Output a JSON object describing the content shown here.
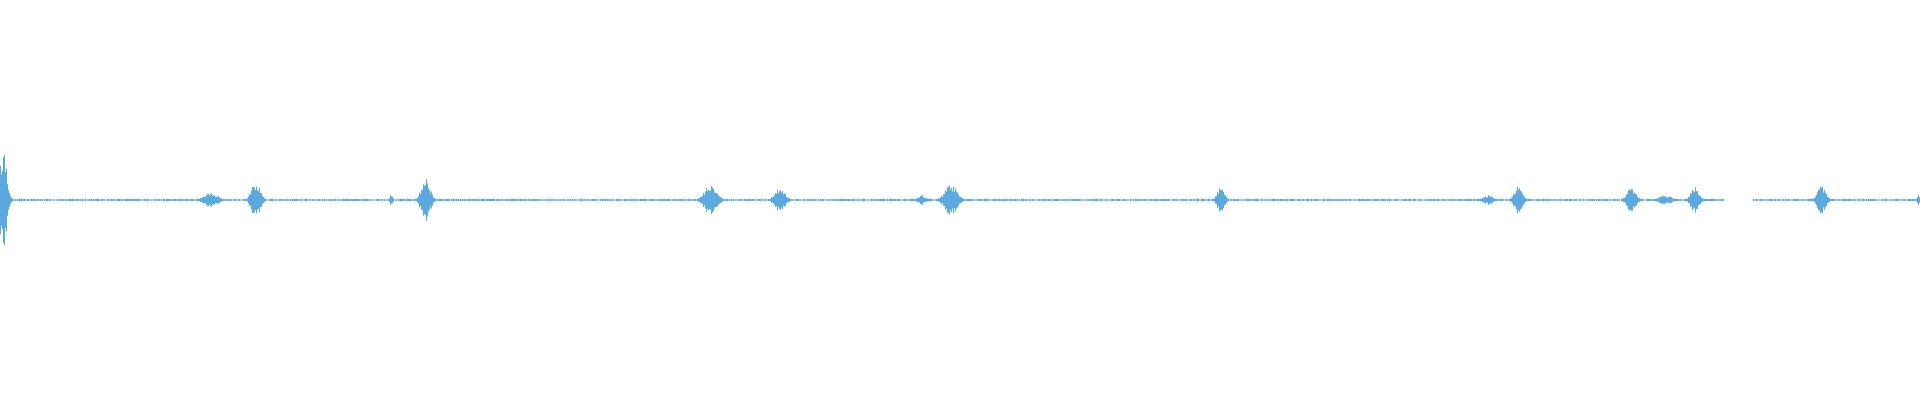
{
  "waveform": {
    "color": "#5aa9e0",
    "background": "#ffffff",
    "duration_fraction_bins": 1920,
    "silent_gaps": [
      {
        "start": 0.898,
        "end": 0.913
      }
    ],
    "bursts": [
      {
        "center": 0.0015,
        "width": 0.006,
        "amplitude": 0.66
      },
      {
        "center": 0.1095,
        "width": 0.012,
        "amplitude": 0.09
      },
      {
        "center": 0.133,
        "width": 0.0075,
        "amplitude": 0.22
      },
      {
        "center": 0.2035,
        "width": 0.0025,
        "amplitude": 0.08
      },
      {
        "center": 0.2215,
        "width": 0.0075,
        "amplitude": 0.27
      },
      {
        "center": 0.37,
        "width": 0.01,
        "amplitude": 0.2
      },
      {
        "center": 0.406,
        "width": 0.0085,
        "amplitude": 0.16
      },
      {
        "center": 0.48,
        "width": 0.008,
        "amplitude": 0.06
      },
      {
        "center": 0.495,
        "width": 0.01,
        "amplitude": 0.2
      },
      {
        "center": 0.6355,
        "width": 0.006,
        "amplitude": 0.16
      },
      {
        "center": 0.775,
        "width": 0.009,
        "amplitude": 0.06
      },
      {
        "center": 0.7905,
        "width": 0.0065,
        "amplitude": 0.17
      },
      {
        "center": 0.8495,
        "width": 0.0075,
        "amplitude": 0.16
      },
      {
        "center": 0.867,
        "width": 0.011,
        "amplitude": 0.06
      },
      {
        "center": 0.8825,
        "width": 0.007,
        "amplitude": 0.17
      },
      {
        "center": 0.9485,
        "width": 0.007,
        "amplitude": 0.18
      },
      {
        "center": 0.999,
        "width": 0.002,
        "amplitude": 0.08
      }
    ],
    "baseline_amplitude": 0.012
  }
}
